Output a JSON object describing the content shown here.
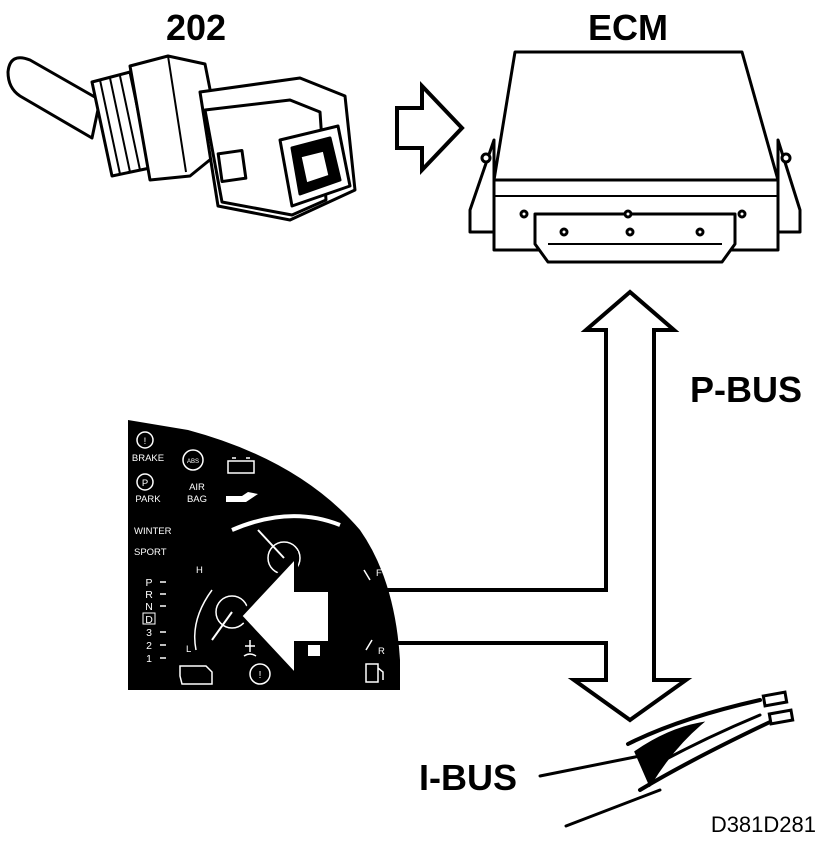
{
  "labels": {
    "sensor": "202",
    "ecm": "ECM",
    "pbus": "P-BUS",
    "ibus": "I-BUS",
    "figure_code": "D381D281"
  },
  "dashboard": {
    "brake": "BRAKE",
    "park": "PARK",
    "abs": "ABS",
    "airbag_line1": "AIR",
    "airbag_line2": "BAG",
    "winter": "WINTER",
    "sport": "SPORT",
    "gear_positions": [
      "P",
      "R",
      "N",
      "D",
      "3",
      "2",
      "1"
    ],
    "temp_high": "H",
    "temp_low": "L",
    "fuel_full": "F",
    "fuel_reserve": "R",
    "brake_symbol": "!",
    "park_symbol": "P"
  },
  "colors": {
    "ink": "#000000",
    "paper": "#ffffff"
  },
  "icons": [
    "sensor-202",
    "ecm-unit",
    "arrow-right-icon",
    "double-arrow-icon",
    "instrument-cluster",
    "bus-cable"
  ]
}
